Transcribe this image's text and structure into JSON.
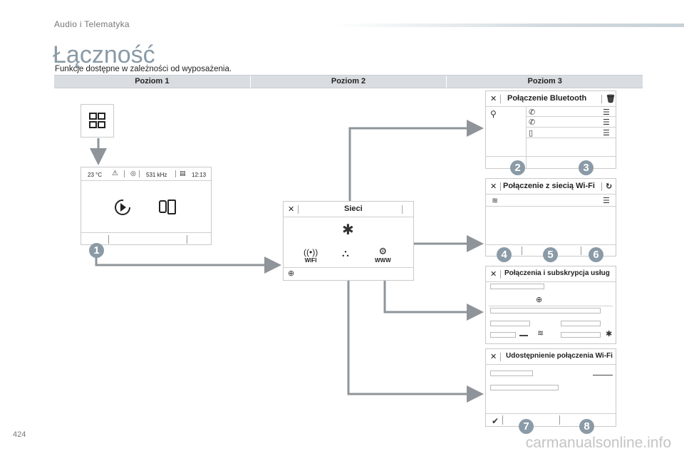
{
  "header": {
    "section": "Audio i Telematyka"
  },
  "page": {
    "title": "Łączność",
    "subtitle": "Funkcje dostępne w zależności od wyposażenia.",
    "number": "424",
    "watermark": "carmanualsonline.info"
  },
  "levels": [
    "Poziom 1",
    "Poziom 2",
    "Poziom 3"
  ],
  "home_screen": {
    "temperature": "23 °C",
    "frequency": "531 kHz",
    "time": "12:13"
  },
  "sieci_screen": {
    "title": "Sieci",
    "wifi_label": "WIFI",
    "www_label": "WWW",
    "icons": [
      "close-icon",
      "bluetooth-icon",
      "wifi-icon",
      "share-icon",
      "www-gear-icon",
      "globe-icon"
    ]
  },
  "bluetooth_screen": {
    "title": "Połączenie Bluetooth"
  },
  "wifi_screen": {
    "title": "Połączenie z siecią Wi-Fi"
  },
  "services_screen": {
    "title": "Połączenia i subskrypcja usług"
  },
  "hotspot_screen": {
    "title": "Udostępnienie połączenia Wi-Fi"
  },
  "badges": {
    "b1": "1",
    "b2": "2",
    "b3": "3",
    "b4": "4",
    "b5": "5",
    "b6": "6",
    "b7": "7",
    "b8": "8"
  },
  "colors": {
    "accent": "#8a9aa6",
    "arrow": "#8e9499",
    "bar": "#d9dde1"
  }
}
